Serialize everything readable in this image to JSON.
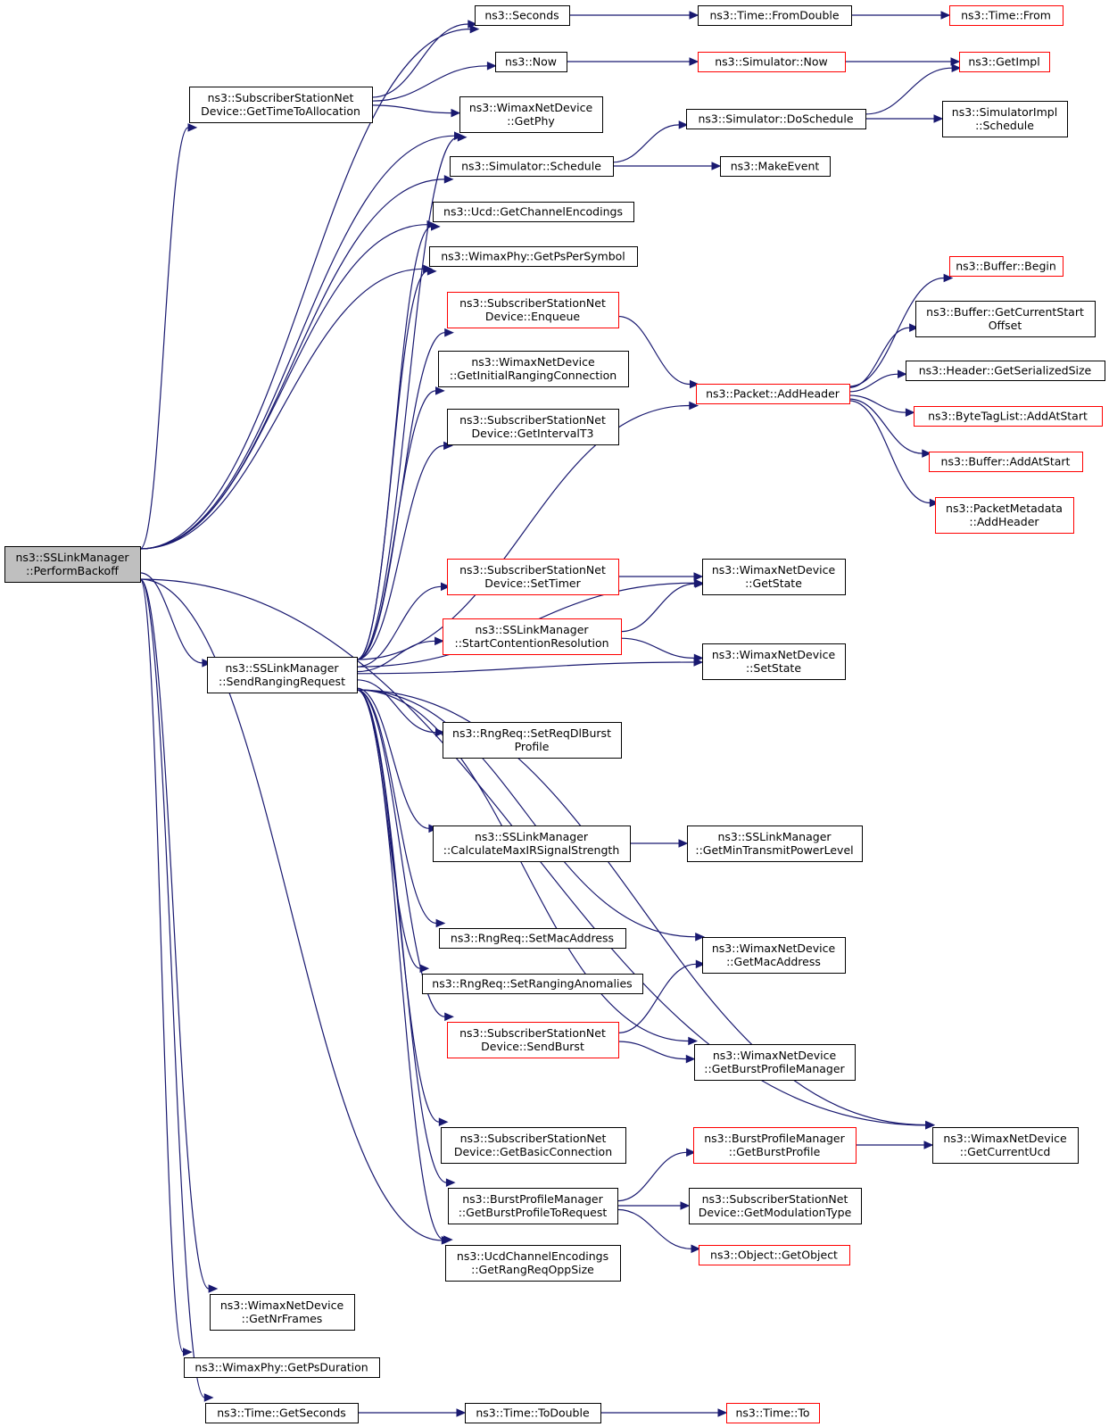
{
  "graph": {
    "type": "doxygen-call-graph",
    "root": "perform_backoff",
    "colors": {
      "edge": "#191970",
      "node_border_default": "#000000",
      "node_border_truncated": "#ff0000",
      "root_fill": "#bfbfbf"
    },
    "nodes": [
      {
        "id": "perform_backoff",
        "lines": [
          "ns3::SSLinkManager",
          "::PerformBackoff"
        ],
        "truncated": false,
        "root": true
      },
      {
        "id": "seconds",
        "lines": [
          "ns3::Seconds"
        ],
        "truncated": false
      },
      {
        "id": "time_fromdouble",
        "lines": [
          "ns3::Time::FromDouble"
        ],
        "truncated": false
      },
      {
        "id": "time_from",
        "lines": [
          "ns3::Time::From"
        ],
        "truncated": true
      },
      {
        "id": "gettimetoallocation",
        "lines": [
          "ns3::SubscriberStationNet",
          "Device::GetTimeToAllocation"
        ],
        "truncated": false
      },
      {
        "id": "now",
        "lines": [
          "ns3::Now"
        ],
        "truncated": false
      },
      {
        "id": "simulator_now",
        "lines": [
          "ns3::Simulator::Now"
        ],
        "truncated": true
      },
      {
        "id": "getimpl",
        "lines": [
          "ns3::GetImpl"
        ],
        "truncated": true
      },
      {
        "id": "getphy",
        "lines": [
          "ns3::WimaxNetDevice",
          "::GetPhy"
        ],
        "truncated": false
      },
      {
        "id": "doschedule",
        "lines": [
          "ns3::Simulator::DoSchedule"
        ],
        "truncated": false
      },
      {
        "id": "simimpl_schedule",
        "lines": [
          "ns3::SimulatorImpl",
          "::Schedule"
        ],
        "truncated": false
      },
      {
        "id": "simulator_schedule",
        "lines": [
          "ns3::Simulator::Schedule"
        ],
        "truncated": false
      },
      {
        "id": "makeevent",
        "lines": [
          "ns3::MakeEvent"
        ],
        "truncated": false
      },
      {
        "id": "getchannelencodings",
        "lines": [
          "ns3::Ucd::GetChannelEncodings"
        ],
        "truncated": false
      },
      {
        "id": "getpspersymbol",
        "lines": [
          "ns3::WimaxPhy::GetPsPerSymbol"
        ],
        "truncated": false
      },
      {
        "id": "buffer_begin",
        "lines": [
          "ns3::Buffer::Begin"
        ],
        "truncated": true
      },
      {
        "id": "enqueue",
        "lines": [
          "ns3::SubscriberStationNet",
          "Device::Enqueue"
        ],
        "truncated": true
      },
      {
        "id": "getcurrentstartoffset",
        "lines": [
          "ns3::Buffer::GetCurrentStart",
          "Offset"
        ],
        "truncated": false
      },
      {
        "id": "getinitialranging",
        "lines": [
          "ns3::WimaxNetDevice",
          "::GetInitialRangingConnection"
        ],
        "truncated": false
      },
      {
        "id": "getserializedsize",
        "lines": [
          "ns3::Header::GetSerializedSize"
        ],
        "truncated": false
      },
      {
        "id": "packet_addheader",
        "lines": [
          "ns3::Packet::AddHeader"
        ],
        "truncated": true
      },
      {
        "id": "bytetaglist_addatstart",
        "lines": [
          "ns3::ByteTagList::AddAtStart"
        ],
        "truncated": true
      },
      {
        "id": "getintervalt3",
        "lines": [
          "ns3::SubscriberStationNet",
          "Device::GetIntervalT3"
        ],
        "truncated": false
      },
      {
        "id": "buffer_addatstart",
        "lines": [
          "ns3::Buffer::AddAtStart"
        ],
        "truncated": true
      },
      {
        "id": "packetmetadata_addheader",
        "lines": [
          "ns3::PacketMetadata",
          "::AddHeader"
        ],
        "truncated": true
      },
      {
        "id": "settimer",
        "lines": [
          "ns3::SubscriberStationNet",
          "Device::SetTimer"
        ],
        "truncated": true
      },
      {
        "id": "getstate",
        "lines": [
          "ns3::WimaxNetDevice",
          "::GetState"
        ],
        "truncated": false
      },
      {
        "id": "startcontention",
        "lines": [
          "ns3::SSLinkManager",
          "::StartContentionResolution"
        ],
        "truncated": true
      },
      {
        "id": "sendrangingrequest",
        "lines": [
          "ns3::SSLinkManager",
          "::SendRangingRequest"
        ],
        "truncated": false
      },
      {
        "id": "setstate",
        "lines": [
          "ns3::WimaxNetDevice",
          "::SetState"
        ],
        "truncated": false
      },
      {
        "id": "setreqdlburstprofile",
        "lines": [
          "ns3::RngReq::SetReqDlBurst",
          "Profile"
        ],
        "truncated": false
      },
      {
        "id": "calcmaxir",
        "lines": [
          "ns3::SSLinkManager",
          "::CalculateMaxIRSignalStrength"
        ],
        "truncated": false
      },
      {
        "id": "getmintxpower",
        "lines": [
          "ns3::SSLinkManager",
          "::GetMinTransmitPowerLevel"
        ],
        "truncated": false
      },
      {
        "id": "setmacaddress",
        "lines": [
          "ns3::RngReq::SetMacAddress"
        ],
        "truncated": false
      },
      {
        "id": "getmacaddress",
        "lines": [
          "ns3::WimaxNetDevice",
          "::GetMacAddress"
        ],
        "truncated": false
      },
      {
        "id": "setranginganomalies",
        "lines": [
          "ns3::RngReq::SetRangingAnomalies"
        ],
        "truncated": false
      },
      {
        "id": "sendburst",
        "lines": [
          "ns3::SubscriberStationNet",
          "Device::SendBurst"
        ],
        "truncated": true
      },
      {
        "id": "getburstprofilemanager",
        "lines": [
          "ns3::WimaxNetDevice",
          "::GetBurstProfileManager"
        ],
        "truncated": false
      },
      {
        "id": "getbasicconnection",
        "lines": [
          "ns3::SubscriberStationNet",
          "Device::GetBasicConnection"
        ],
        "truncated": false
      },
      {
        "id": "bpm_getburstprofile",
        "lines": [
          "ns3::BurstProfileManager",
          "::GetBurstProfile"
        ],
        "truncated": true
      },
      {
        "id": "getcurrentucd",
        "lines": [
          "ns3::WimaxNetDevice",
          "::GetCurrentUcd"
        ],
        "truncated": false
      },
      {
        "id": "bpm_toreq",
        "lines": [
          "ns3::BurstProfileManager",
          "::GetBurstProfileToRequest"
        ],
        "truncated": false
      },
      {
        "id": "getmodulationtype",
        "lines": [
          "ns3::SubscriberStationNet",
          "Device::GetModulationType"
        ],
        "truncated": false
      },
      {
        "id": "getobject",
        "lines": [
          "ns3::Object::GetObject"
        ],
        "truncated": true
      },
      {
        "id": "getrangreqoppsize",
        "lines": [
          "ns3::UcdChannelEncodings",
          "::GetRangReqOppSize"
        ],
        "truncated": false
      },
      {
        "id": "getnrframes",
        "lines": [
          "ns3::WimaxNetDevice",
          "::GetNrFrames"
        ],
        "truncated": false
      },
      {
        "id": "getpsduration",
        "lines": [
          "ns3::WimaxPhy::GetPsDuration"
        ],
        "truncated": false
      },
      {
        "id": "time_getseconds",
        "lines": [
          "ns3::Time::GetSeconds"
        ],
        "truncated": false
      },
      {
        "id": "time_todouble",
        "lines": [
          "ns3::Time::ToDouble"
        ],
        "truncated": false
      },
      {
        "id": "time_to",
        "lines": [
          "ns3::Time::To"
        ],
        "truncated": true
      }
    ],
    "edges": [
      [
        "perform_backoff",
        "seconds"
      ],
      [
        "perform_backoff",
        "gettimetoallocation"
      ],
      [
        "perform_backoff",
        "getphy"
      ],
      [
        "perform_backoff",
        "simulator_schedule"
      ],
      [
        "perform_backoff",
        "getchannelencodings"
      ],
      [
        "perform_backoff",
        "getpspersymbol"
      ],
      [
        "perform_backoff",
        "sendrangingrequest"
      ],
      [
        "perform_backoff",
        "getrangreqoppsize"
      ],
      [
        "perform_backoff",
        "getcurrentucd"
      ],
      [
        "perform_backoff",
        "getnrframes"
      ],
      [
        "perform_backoff",
        "getpsduration"
      ],
      [
        "perform_backoff",
        "time_getseconds"
      ],
      [
        "seconds",
        "time_fromdouble"
      ],
      [
        "time_fromdouble",
        "time_from"
      ],
      [
        "gettimetoallocation",
        "seconds"
      ],
      [
        "gettimetoallocation",
        "now"
      ],
      [
        "gettimetoallocation",
        "getphy"
      ],
      [
        "now",
        "simulator_now"
      ],
      [
        "simulator_now",
        "getimpl"
      ],
      [
        "simulator_schedule",
        "doschedule"
      ],
      [
        "simulator_schedule",
        "makeevent"
      ],
      [
        "doschedule",
        "getimpl"
      ],
      [
        "doschedule",
        "simimpl_schedule"
      ],
      [
        "enqueue",
        "packet_addheader"
      ],
      [
        "packet_addheader",
        "buffer_begin"
      ],
      [
        "packet_addheader",
        "getcurrentstartoffset"
      ],
      [
        "packet_addheader",
        "getserializedsize"
      ],
      [
        "packet_addheader",
        "bytetaglist_addatstart"
      ],
      [
        "packet_addheader",
        "buffer_addatstart"
      ],
      [
        "packet_addheader",
        "packetmetadata_addheader"
      ],
      [
        "sendrangingrequest",
        "getphy"
      ],
      [
        "sendrangingrequest",
        "getpspersymbol"
      ],
      [
        "sendrangingrequest",
        "getchannelencodings"
      ],
      [
        "sendrangingrequest",
        "enqueue"
      ],
      [
        "sendrangingrequest",
        "getinitialranging"
      ],
      [
        "sendrangingrequest",
        "getintervalt3"
      ],
      [
        "sendrangingrequest",
        "packet_addheader"
      ],
      [
        "sendrangingrequest",
        "getstate"
      ],
      [
        "sendrangingrequest",
        "settimer"
      ],
      [
        "sendrangingrequest",
        "startcontention"
      ],
      [
        "sendrangingrequest",
        "setstate"
      ],
      [
        "sendrangingrequest",
        "setreqdlburstprofile"
      ],
      [
        "sendrangingrequest",
        "getcurrentucd"
      ],
      [
        "sendrangingrequest",
        "calcmaxir"
      ],
      [
        "sendrangingrequest",
        "setmacaddress"
      ],
      [
        "sendrangingrequest",
        "getmacaddress"
      ],
      [
        "sendrangingrequest",
        "setranginganomalies"
      ],
      [
        "sendrangingrequest",
        "sendburst"
      ],
      [
        "sendrangingrequest",
        "getburstprofilemanager"
      ],
      [
        "sendrangingrequest",
        "getbasicconnection"
      ],
      [
        "sendrangingrequest",
        "bpm_toreq"
      ],
      [
        "sendrangingrequest",
        "getrangreqoppsize"
      ],
      [
        "settimer",
        "getstate"
      ],
      [
        "startcontention",
        "getstate"
      ],
      [
        "startcontention",
        "setstate"
      ],
      [
        "calcmaxir",
        "getmintxpower"
      ],
      [
        "sendburst",
        "getmacaddress"
      ],
      [
        "sendburst",
        "getburstprofilemanager"
      ],
      [
        "bpm_getburstprofile",
        "getcurrentucd"
      ],
      [
        "bpm_toreq",
        "bpm_getburstprofile"
      ],
      [
        "bpm_toreq",
        "getmodulationtype"
      ],
      [
        "bpm_toreq",
        "getobject"
      ],
      [
        "time_getseconds",
        "time_todouble"
      ],
      [
        "time_todouble",
        "time_to"
      ]
    ]
  }
}
